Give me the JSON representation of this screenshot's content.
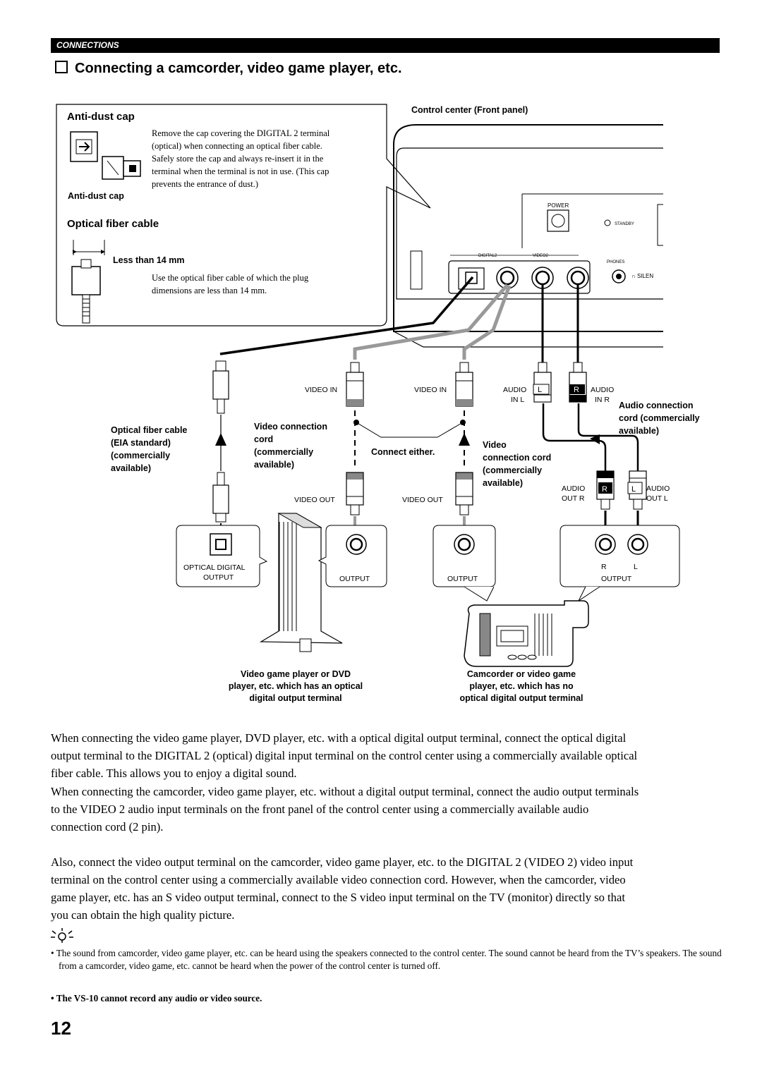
{
  "header": {
    "section_label": "CONNECTIONS"
  },
  "title": "Connecting a camcorder, video game player, etc.",
  "callout": {
    "anti_dust_heading": "Anti-dust cap",
    "anti_dust_text_1": "Remove the cap covering the DIGITAL 2 terminal",
    "anti_dust_text_2": "(optical) when connecting an optical fiber cable.",
    "anti_dust_text_3": "Safely store the cap and always re-insert it in the",
    "anti_dust_text_4": "terminal when the terminal is not in use. (This cap",
    "anti_dust_text_5": "prevents the entrance of dust.)",
    "anti_dust_label": "Anti-dust cap",
    "optical_heading": "Optical fiber cable",
    "size_label": "Less than 14 mm",
    "optical_text_1": "Use the optical fiber cable of which the plug",
    "optical_text_2": "dimensions are less than 14 mm."
  },
  "diagram": {
    "control_center_label": "Control center (Front panel)",
    "power": "POWER",
    "standby": "STANDBY",
    "digital2": "DIGITAL2",
    "video2": "VIDEO2",
    "phones": "PHONES",
    "silent": "SILEN",
    "video_in": "VIDEO IN",
    "audio": "AUDIO",
    "in_l": "IN L",
    "in_r": "IN R",
    "l": "L",
    "r": "R",
    "audio_cord_1": "Audio connection",
    "audio_cord_2": "cord (commercially",
    "audio_cord_3": "available)",
    "optical_cable_1": "Optical fiber cable",
    "optical_cable_2": "(EIA standard)",
    "optical_cable_3": "(commercially",
    "optical_cable_4": "available)",
    "video_cord_1": "Video connection",
    "video_cord_2": "cord",
    "video_cord_3": "(commercially",
    "video_cord_4": "available)",
    "connect_either": "Connect either.",
    "video_cord_b_1": "Video",
    "video_cord_b_2": "connection cord",
    "video_cord_b_3": "(commercially",
    "video_cord_b_4": "available)",
    "out_r": "OUT R",
    "out_l": "OUT L",
    "video_out": "VIDEO OUT",
    "optical_digital": "OPTICAL DIGITAL",
    "output": "OUTPUT",
    "game_label_1": "Video game player or DVD",
    "game_label_2": "player, etc. which has an optical",
    "game_label_3": "digital output terminal",
    "cam_label_1": "Camcorder or video game",
    "cam_label_2": "player, etc. which has no",
    "cam_label_3": "optical digital output terminal"
  },
  "body": {
    "para1_l1": "When connecting the video game player, DVD player, etc. with a optical digital output terminal, connect the optical digital",
    "para1_l2": "output terminal to the DIGITAL 2 (optical) digital input terminal on the control center using a commercially available optical",
    "para1_l3": "fiber cable. This allows you to enjoy a digital sound.",
    "para2_l1": "When connecting the camcorder, video game player, etc. without a digital output terminal, connect the audio output terminals",
    "para2_l2": "to the VIDEO 2 audio input terminals on the front panel of the control center using a commercially available audio",
    "para2_l3": "connection cord (2 pin).",
    "para3_l1": "Also, connect the video output terminal on the camcorder, video game player, etc. to the DIGITAL 2 (VIDEO 2) video input",
    "para3_l2": "terminal on the control center using a commercially available video connection cord. However, when the camcorder, video",
    "para3_l3": "game player, etc. has an S video output terminal, connect to the S video input terminal on the TV (monitor) directly so that",
    "para3_l4": "you can obtain the high quality picture."
  },
  "notes": {
    "note1": "The sound from camcorder, video game player, etc. can be heard using the speakers connected to the control center. The sound cannot be heard from the TV’s speakers. The sound from a camcorder, video game, etc. cannot be heard when the power of the control center is turned off.",
    "note2": "The VS-10 cannot record any audio or video source."
  },
  "page_number": "12"
}
